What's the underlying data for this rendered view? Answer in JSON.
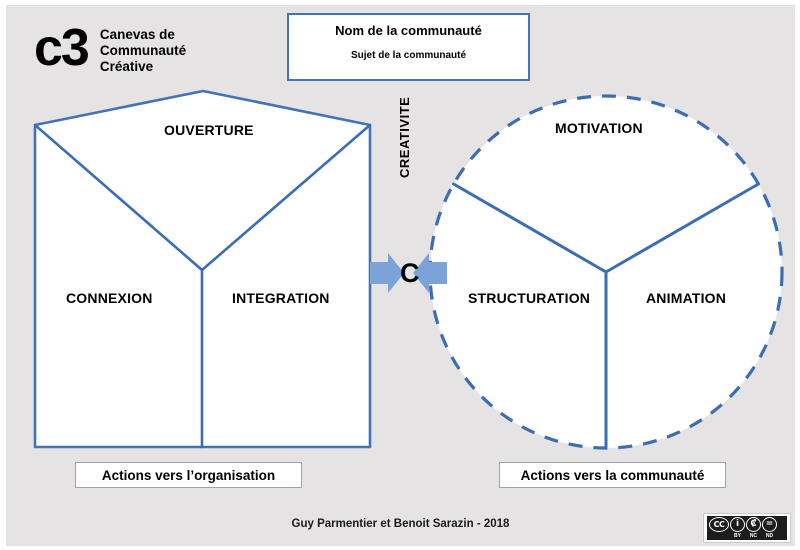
{
  "logo": {
    "mark": "c3",
    "tagline": "Canevas de\nCommunauté\nCréative"
  },
  "title_box": {
    "community_name": "Nom de la communauté",
    "community_subject": "Sujet de la communauté"
  },
  "organisation_shape": {
    "regions": [
      {
        "key": "ouverture",
        "label": "OUVERTURE"
      },
      {
        "key": "connexion",
        "label": "CONNEXION"
      },
      {
        "key": "integration",
        "label": "INTEGRATION"
      }
    ],
    "action_box_label": "Actions vers l’organisation"
  },
  "community_shape": {
    "regions": [
      {
        "key": "motivation",
        "label": "MOTIVATION"
      },
      {
        "key": "structuration",
        "label": "STRUCTURATION"
      },
      {
        "key": "animation",
        "label": "ANIMATION"
      }
    ],
    "action_box_label": "Actions vers la communauté"
  },
  "center": {
    "word": "CREATIVITE",
    "letter": "C"
  },
  "credit": "Guy Parmentier et Benoit Sarazin - 2018",
  "license": {
    "mark": "CC",
    "terms": [
      {
        "glyph": "i",
        "code": "BY"
      },
      {
        "glyph": "₡",
        "code": "NC"
      },
      {
        "glyph": "=",
        "code": "ND"
      }
    ]
  },
  "colors": {
    "accent_blue": "#4472b8",
    "line_blue": "#3b6cb4",
    "arrow_blue": "#7ba3d8",
    "background": "#e5e3e3",
    "shape_fill": "#ffffff",
    "text": "#000000"
  }
}
